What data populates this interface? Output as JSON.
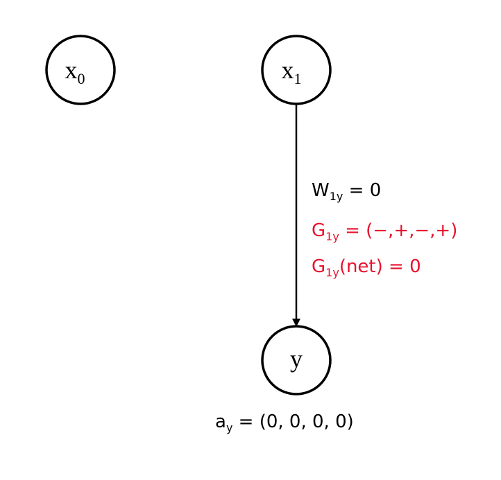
{
  "colors": {
    "stroke": "#000000",
    "text": "#000000",
    "highlight": "#e8112d"
  },
  "nodes": {
    "x0": {
      "base": "x",
      "sub": "0"
    },
    "x1": {
      "base": "x",
      "sub": "1"
    },
    "y": {
      "base": "y"
    }
  },
  "edge": {
    "from": "x1",
    "to": "y",
    "weight": {
      "base": "W",
      "sub": "1y",
      "rest": " = 0"
    },
    "gradient": {
      "base": "G",
      "sub": "1y",
      "rest": " = (−,+,−,+)"
    },
    "gradient_net": {
      "base": "G",
      "sub": "1y",
      "rest": "(net) = 0"
    }
  },
  "output_activation": {
    "base": "a",
    "sub": "y",
    "rest": " = (0, 0, 0, 0)"
  }
}
